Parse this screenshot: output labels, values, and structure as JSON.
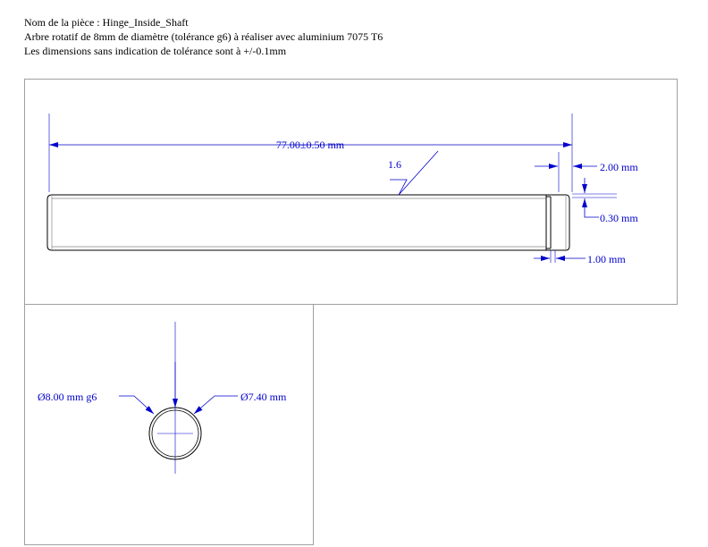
{
  "header": {
    "part_name": "Nom de la pièce : Hinge_Inside_Shaft",
    "description": "Arbre rotatif de 8mm de diamètre (tolérance g6) à réaliser avec aluminium 7075 T6",
    "tolerance_note": "Les dimensions sans indication de tolérance sont à +/-0.1mm"
  },
  "front_view": {
    "length_dim": "77.00±0.50 mm",
    "roughness": "1.6",
    "groove_offset_dim": "2.00 mm",
    "groove_depth_dim": "0.30 mm",
    "groove_width_dim": "1.00 mm"
  },
  "section_view": {
    "outer_diameter_dim": "Ø8.00 mm g6",
    "groove_diameter_dim": "Ø7.40 mm"
  },
  "colors": {
    "dimension": "#0000cc",
    "outline": "#000000",
    "frame": "#a0a0a0"
  }
}
